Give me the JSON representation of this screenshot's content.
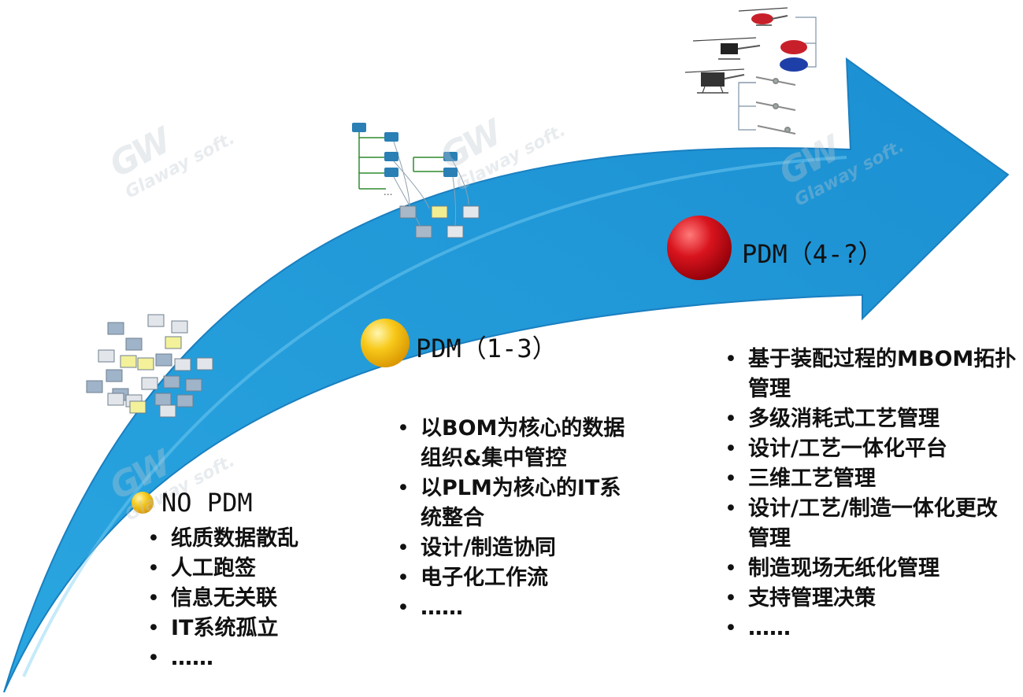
{
  "watermark": {
    "logo": "GW",
    "text": "Glaway soft."
  },
  "stages": [
    {
      "label": "NO PDM",
      "marker_color": "#f2b705",
      "items": [
        "纸质数据散乱",
        "人工跑签",
        "信息无关联",
        "IT系统孤立",
        "……"
      ]
    },
    {
      "label": "PDM（1-3）",
      "marker_color": "#f2b705",
      "items": [
        "以BOM为核心的数据组织&集中管控",
        "以PLM为核心的IT系统整合",
        "设计/制造协同",
        "电子化工作流",
        "……"
      ]
    },
    {
      "label": "PDM（4-?）",
      "marker_color": "#c8101a",
      "items": [
        "基于装配过程的MBOM拓扑管理",
        "多级消耗式工艺管理",
        "设计/工艺一体化平台",
        "三维工艺管理",
        "设计/工艺/制造一体化更改管理",
        "制造现场无纸化管理",
        "支持管理决策",
        "……"
      ]
    }
  ],
  "colors": {
    "arrow": "#1f9ad6",
    "arrow_edge": "#1a7fc0",
    "doc_blue": "#9fb3c9",
    "doc_yellow": "#f3f19a"
  }
}
